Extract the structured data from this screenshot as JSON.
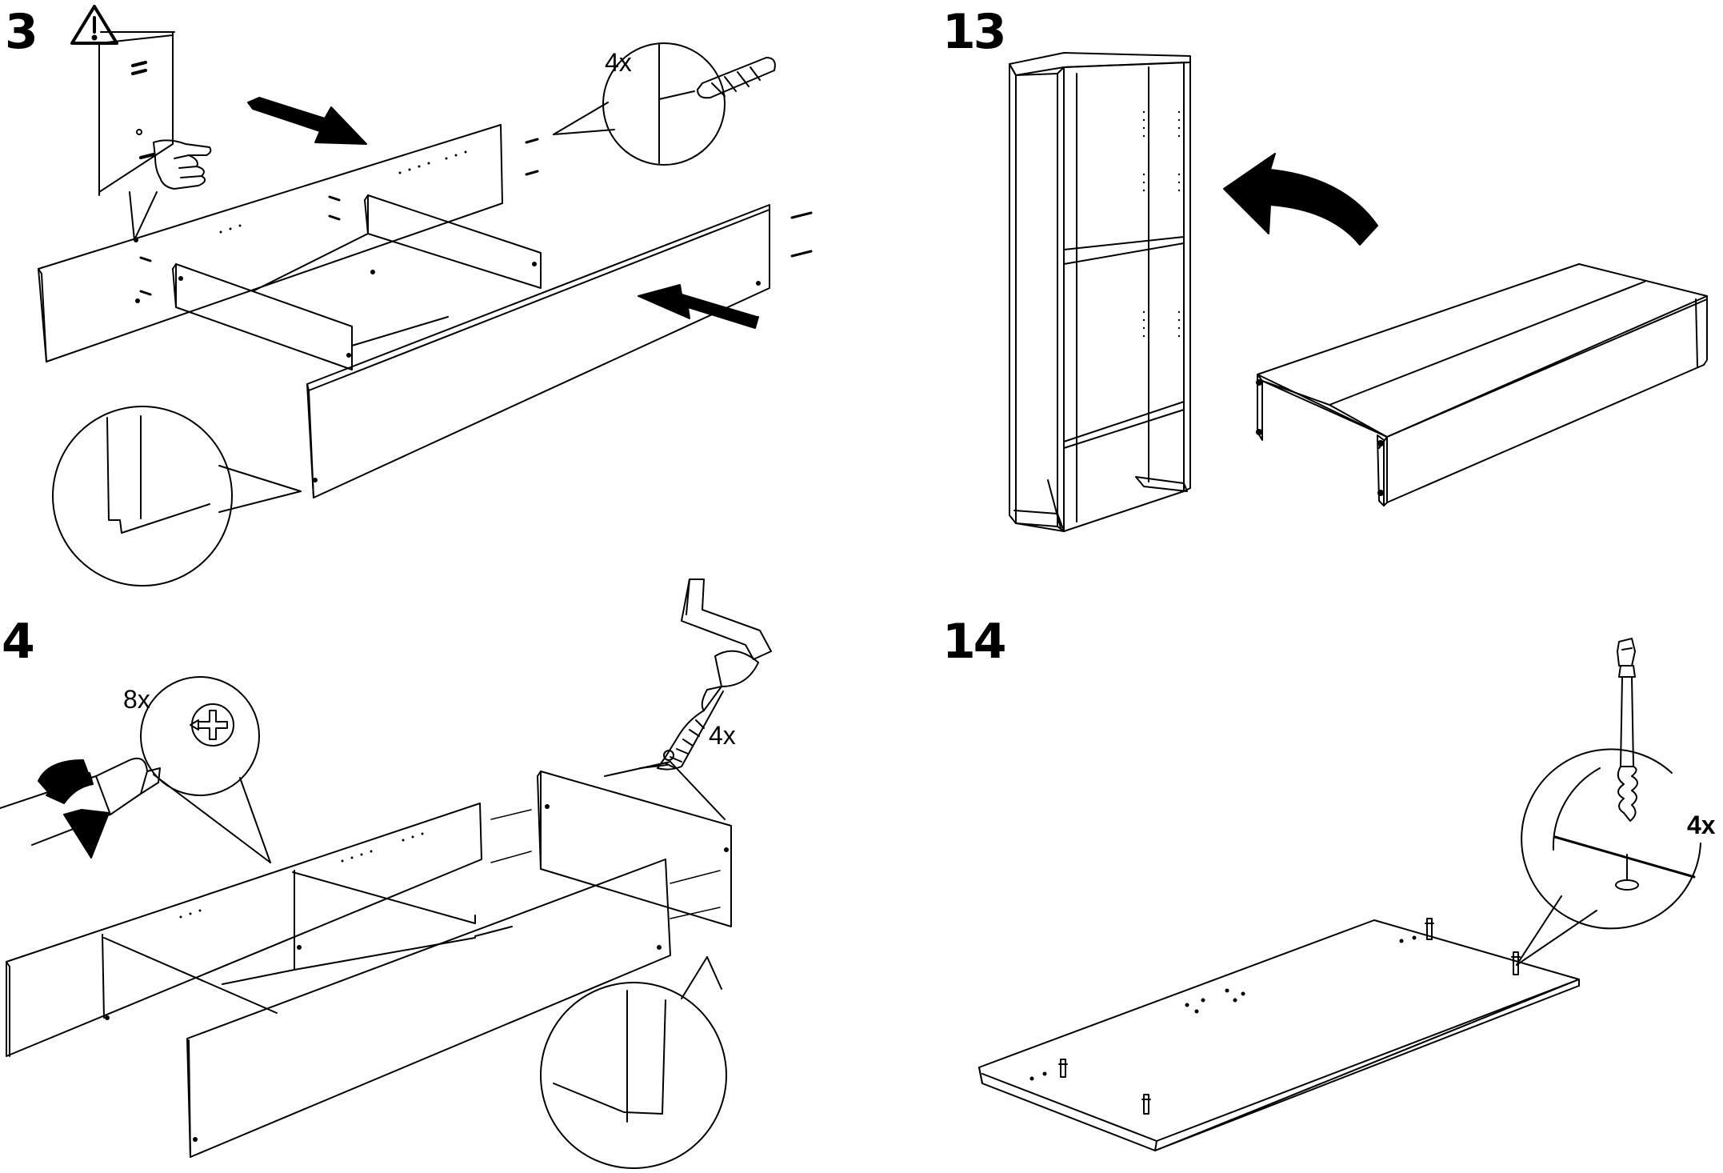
{
  "steps": [
    {
      "id": "s3",
      "number": "3",
      "quantity": "4x"
    },
    {
      "id": "s13",
      "number": "13"
    },
    {
      "id": "s4",
      "number": "4",
      "quantity_screws": "8x",
      "quantity_connectors": "4x"
    },
    {
      "id": "s14",
      "number": "14",
      "quantity": "4x"
    }
  ],
  "icons": [
    "warning-triangle-icon",
    "pointing-hand-icon",
    "push-arrow-icon",
    "curved-arrow-icon",
    "screwdriver-icon",
    "allen-key-icon",
    "wooden-dowel-icon",
    "cam-bolt-icon",
    "connector-screw-icon"
  ],
  "colors": {
    "line": "#000000",
    "background": "#ffffff"
  }
}
